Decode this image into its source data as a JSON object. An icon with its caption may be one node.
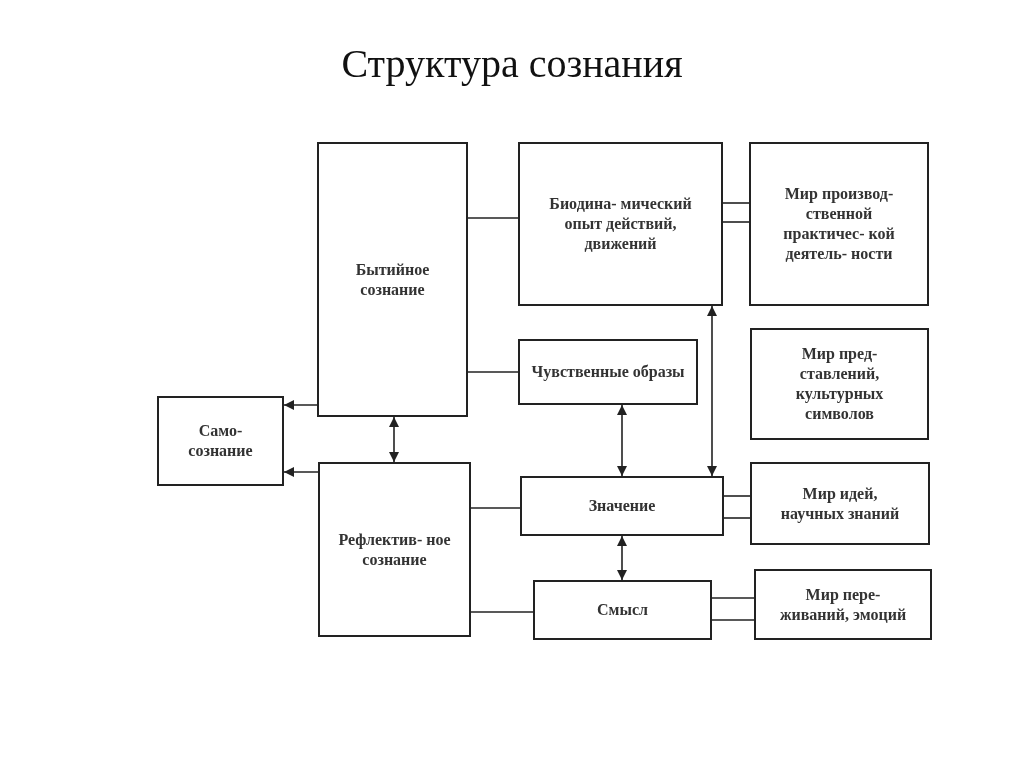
{
  "diagram": {
    "title": "Структура сознания",
    "nodes": [
      {
        "text": [
          "Бытийное сознание"
        ]
      },
      {
        "text": [
          "Рефлектив- ное сознание"
        ]
      },
      {
        "text": [
          "Само- сознание"
        ]
      },
      {
        "text": [
          "Биодина- мический опыт действий, движений"
        ]
      },
      {
        "text": [
          "Чувственные образы"
        ]
      },
      {
        "text": [
          "Значение"
        ]
      },
      {
        "text": [
          "Смысл"
        ]
      },
      {
        "text": [
          "Мир производ- ственной практичес- кой деятель- ности"
        ]
      },
      {
        "text": [
          "Мир пред- ставлений, культурных символов"
        ]
      },
      {
        "text": [
          "Мир идей, научных знаний"
        ]
      },
      {
        "text": [
          "Мир пере- живаний, эмоций"
        ]
      }
    ],
    "edges": [
      {
        "from": 0,
        "to": 2,
        "arrow": "to"
      },
      {
        "from": 1,
        "to": 2,
        "arrow": "to"
      },
      {
        "from": 0,
        "to": 1,
        "arrow": "both"
      },
      {
        "from": 0,
        "to": 3,
        "arrow": "none"
      },
      {
        "from": 0,
        "to": 4,
        "arrow": "none"
      },
      {
        "from": 1,
        "to": 5,
        "arrow": "none"
      },
      {
        "from": 1,
        "to": 6,
        "arrow": "none"
      },
      {
        "from": 4,
        "to": 5,
        "arrow": "both"
      },
      {
        "from": 3,
        "to": 5,
        "arrow": "both"
      },
      {
        "from": 5,
        "to": 6,
        "arrow": "both"
      },
      {
        "from": 3,
        "to": 7,
        "arrow": "none"
      },
      {
        "from": 3,
        "to": 7,
        "arrow": "none"
      },
      {
        "from": 5,
        "to": 9,
        "arrow": "none"
      },
      {
        "from": 5,
        "to": 9,
        "arrow": "none"
      },
      {
        "from": 6,
        "to": 10,
        "arrow": "none"
      },
      {
        "from": 6,
        "to": 10,
        "arrow": "none"
      }
    ]
  }
}
